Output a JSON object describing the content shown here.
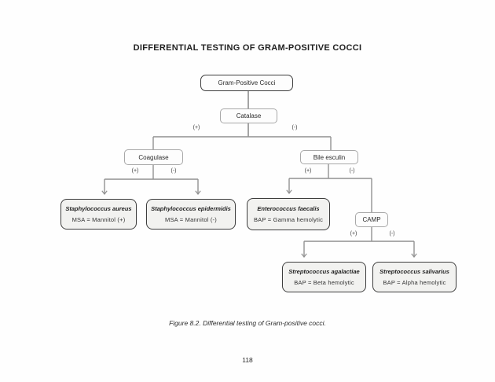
{
  "page": {
    "title": "DIFFERENTIAL TESTING OF GRAM-POSITIVE COCCI",
    "caption": "Figure 8.2. Differential testing of Gram-positive cocci.",
    "page_number": "118"
  },
  "flowchart": {
    "root_label": "Gram-Positive Cocci",
    "tests": {
      "catalase": "Catalase",
      "coagulase": "Coagulase",
      "bile_esculin": "Bile esculin",
      "camp": "CAMP"
    },
    "branch_labels": {
      "positive": "(+)",
      "negative": "(-)"
    },
    "results": {
      "s_aureus": {
        "name": "Staphylococcus aureus",
        "detail": "MSA = Mannitol (+)"
      },
      "s_epidermidis": {
        "name": "Staphylococcus epidermidis",
        "detail": "MSA = Mannitol (-)"
      },
      "e_faecalis": {
        "name": "Enterococcus faecalis",
        "detail": "BAP = Gamma hemolytic"
      },
      "s_agalactiae": {
        "name": "Streptococcus agalactiae",
        "detail": "BAP = Beta hemolytic"
      },
      "s_salivarius": {
        "name": "Streptococcus salivarius",
        "detail": "BAP = Alpha hemolytic"
      }
    }
  },
  "colors": {
    "line": "#919191",
    "node_border": "#a8a8a8",
    "root_border": "#3d3d3d",
    "leaf_fill": "#f2f2f0",
    "text": "#262626"
  }
}
